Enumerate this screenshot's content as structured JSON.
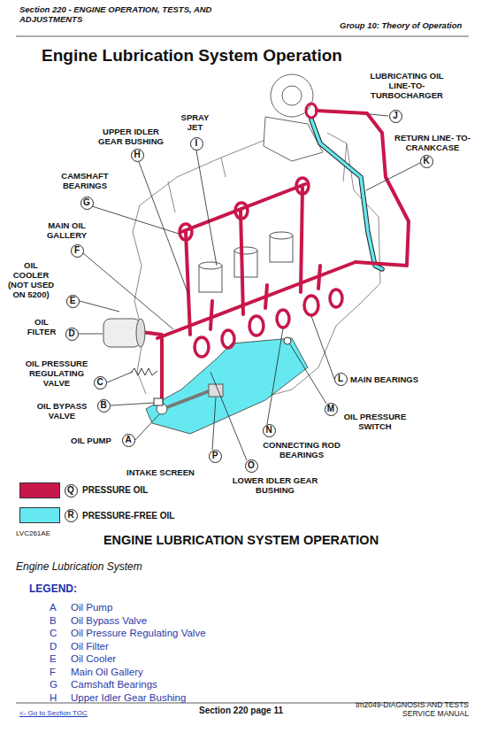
{
  "diagram": {
    "title": "Engine Lubrication System Operation",
    "caption": "ENGINE LUBRICATION SYSTEM OPERATION",
    "nodes": [
      {
        "text": [
          "J"
        ]
      },
      {
        "text": [
          "I"
        ]
      },
      {
        "text": [
          "H"
        ]
      },
      {
        "text": [
          "K"
        ]
      },
      {
        "text": [
          "G"
        ]
      },
      {
        "text": [
          "F"
        ]
      },
      {
        "text": [
          "E"
        ]
      },
      {
        "text": [
          "D"
        ]
      },
      {
        "text": [
          "C"
        ]
      },
      {
        "text": [
          "L"
        ]
      },
      {
        "text": [
          "B"
        ]
      },
      {
        "text": [
          "M"
        ]
      },
      {
        "text": [
          "A"
        ]
      },
      {
        "text": [
          "N"
        ]
      },
      {
        "text": [
          "P"
        ]
      },
      {
        "text": [
          "O"
        ]
      },
      {
        "text": [
          "Q"
        ]
      },
      {
        "text": [
          "R"
        ]
      }
    ],
    "labels": [
      "Section 220 - ENGINE OPERATION, TESTS, AND ADJUSTMENTS",
      "Group 10: Theory of Operation",
      "LUBRICATING OIL LINE-TO- TURBOCHARGER",
      "SPRAY JET",
      "UPPER IDLER GEAR BUSHING",
      "RETURN LINE- TO-CRANKCASE",
      "CAMSHAFT BEARINGS",
      "MAIN OIL GALLERY",
      "OIL COOLER (NOT USED ON 5200)",
      "OIL FILTER",
      "OIL PRESSURE REGULATING VALVE",
      "MAIN BEARINGS",
      "OIL BYPASS VALVE",
      "OIL PRESSURE SWITCH",
      "OIL PUMP",
      "CONNECTING ROD BEARINGS",
      "INTAKE SCREEN",
      "LOWER IDLER GEAR BUSHING",
      "LVC261AE",
      "Engine Lubrication System",
      "LEGEND:",
      "A",
      "Oil Pump",
      "B",
      "Oil Bypass Valve",
      "C",
      "Oil Pressure Regulating Valve",
      "D",
      "Oil Filter",
      "E",
      "Oil Cooler",
      "F",
      "Main Oil Gallery",
      "G",
      "Camshaft Bearings",
      "H",
      "Upper Idler Gear Bushing",
      "<- Go to Section TOC",
      "Section 220 page 11",
      "tm2049-DIAGNOSIS AND TESTS SERVICE MANUAL"
    ],
    "legend": [
      {
        "text": "PRESSURE OIL",
        "color": "#c8174a"
      },
      {
        "text": "PRESSURE-FREE OIL",
        "color": "#66e8f0"
      }
    ]
  }
}
